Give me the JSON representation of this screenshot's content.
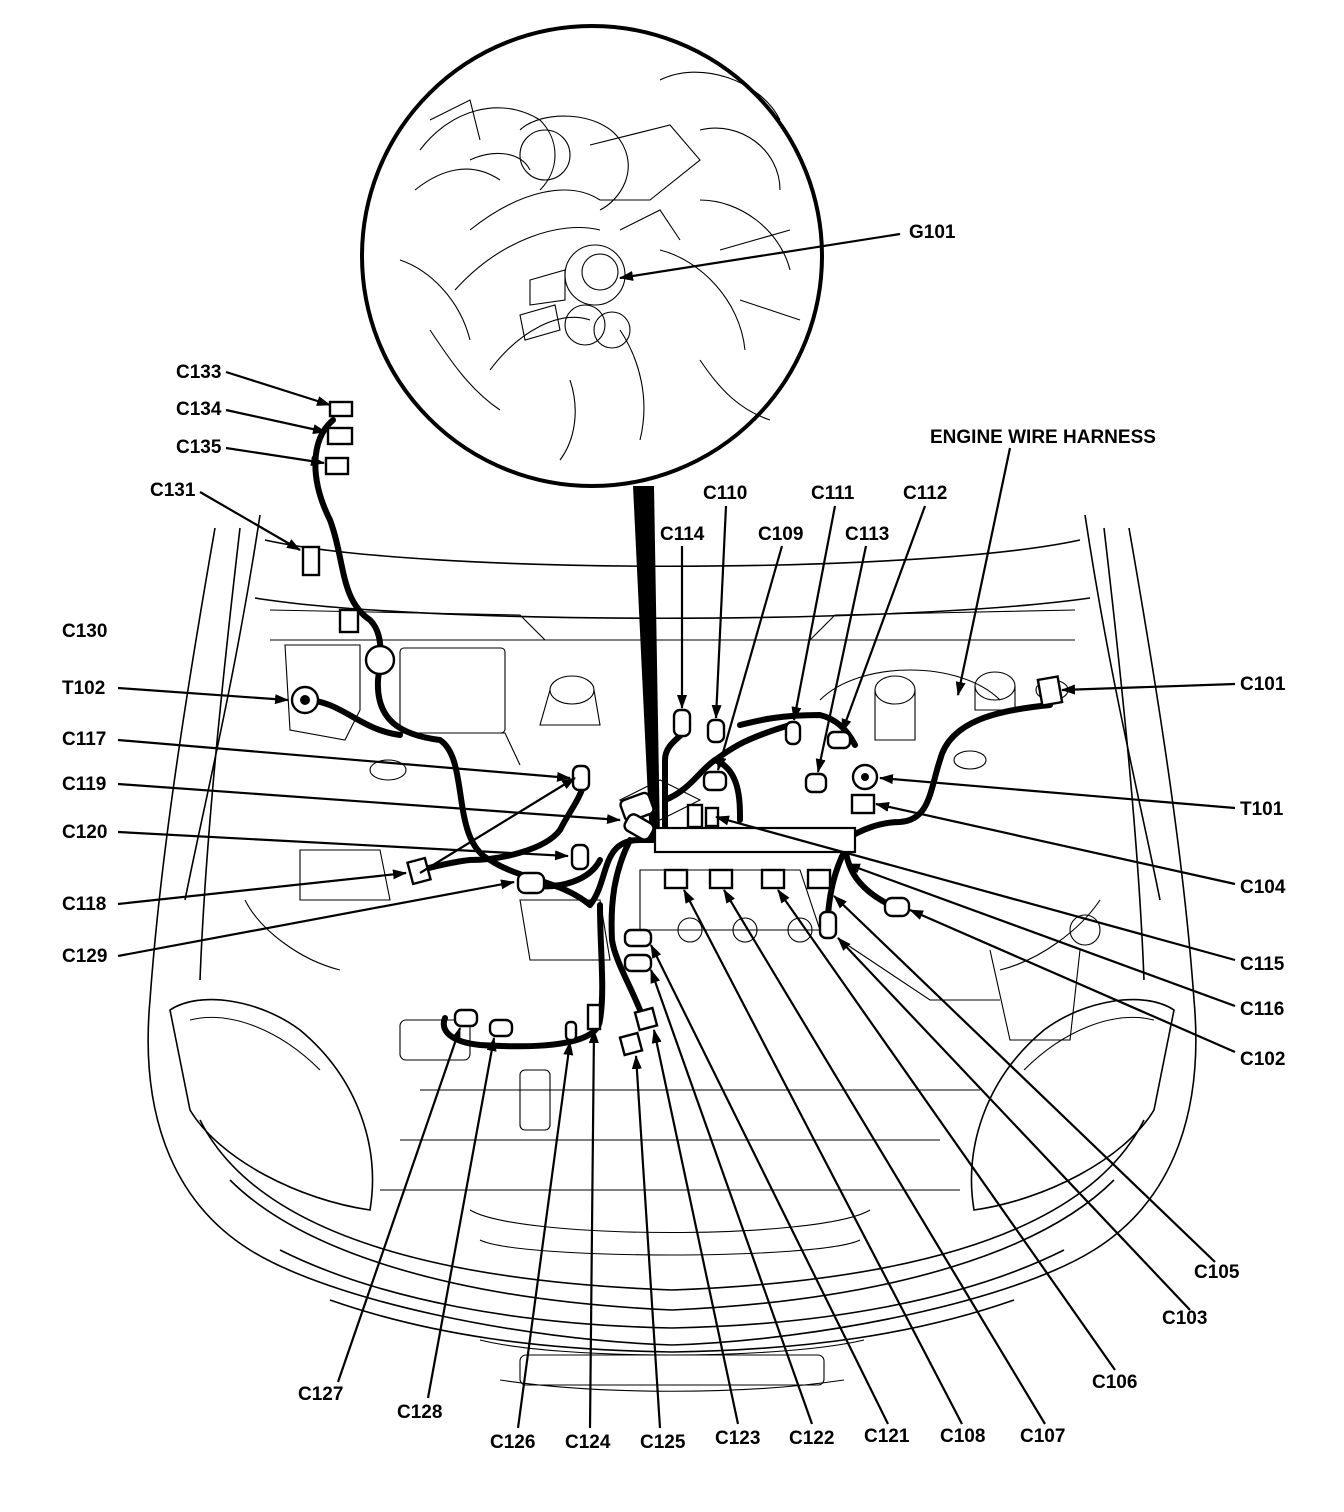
{
  "inset_label": "G101",
  "harness_label": "ENGINE WIRE HARNESS",
  "colors": {
    "ink": "#000000",
    "paper": "#ffffff"
  },
  "labels": {
    "C101": "C101",
    "C102": "C102",
    "C103": "C103",
    "C104": "C104",
    "C105": "C105",
    "C106": "C106",
    "C107": "C107",
    "C108": "C108",
    "C109": "C109",
    "C110": "C110",
    "C111": "C111",
    "C112": "C112",
    "C113": "C113",
    "C114": "C114",
    "C115": "C115",
    "C116": "C116",
    "C117": "C117",
    "C118": "C118",
    "C119": "C119",
    "C120": "C120",
    "C121": "C121",
    "C122": "C122",
    "C123": "C123",
    "C124": "C124",
    "C125": "C125",
    "C126": "C126",
    "C127": "C127",
    "C128": "C128",
    "C129": "C129",
    "C130": "C130",
    "C131": "C131",
    "C133": "C133",
    "C134": "C134",
    "C135": "C135",
    "T101": "T101",
    "T102": "T102"
  }
}
